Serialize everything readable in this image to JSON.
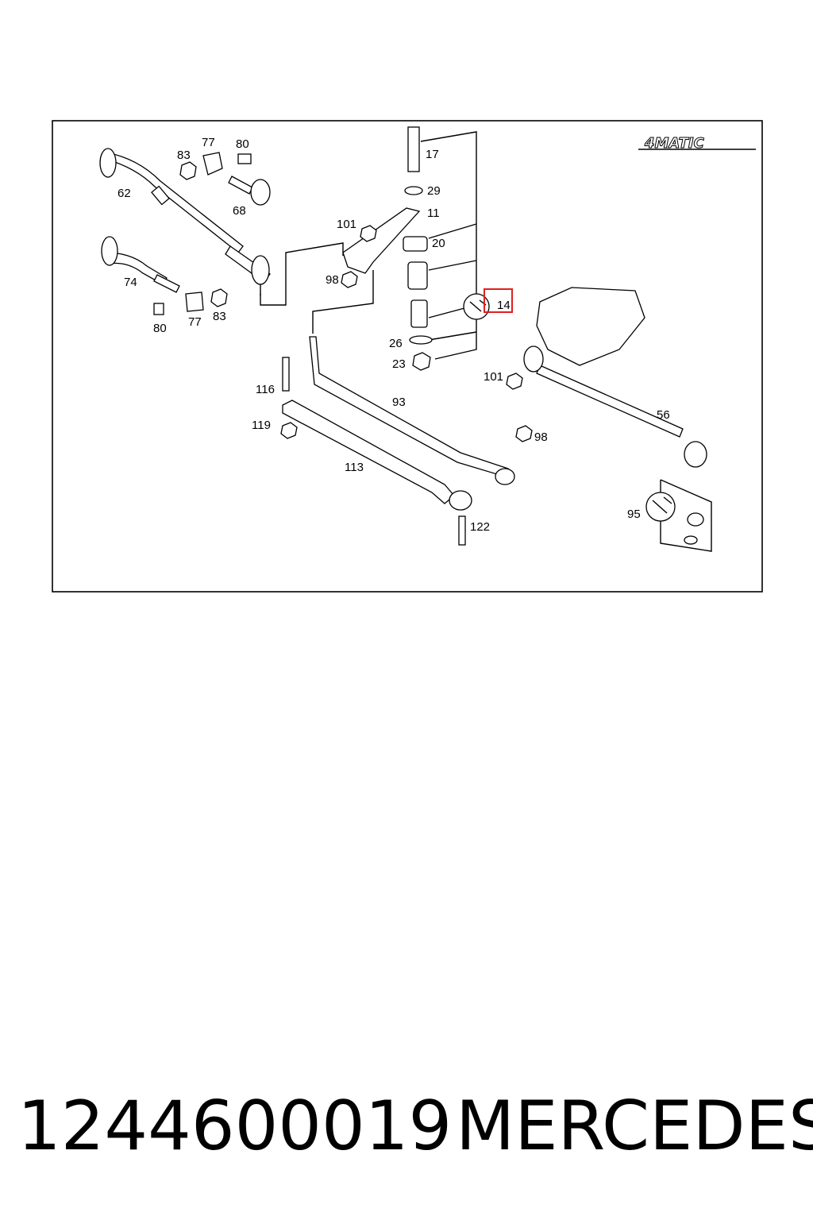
{
  "diagram": {
    "badge": "4MATIC",
    "callouts": [
      {
        "id": "17",
        "text": "17"
      },
      {
        "id": "29",
        "text": "29"
      },
      {
        "id": "11",
        "text": "11"
      },
      {
        "id": "20",
        "text": "20"
      },
      {
        "id": "14",
        "text": "14"
      },
      {
        "id": "26",
        "text": "26"
      },
      {
        "id": "23",
        "text": "23"
      },
      {
        "id": "101a",
        "text": "101"
      },
      {
        "id": "98a",
        "text": "98"
      },
      {
        "id": "83a",
        "text": "83"
      },
      {
        "id": "77a",
        "text": "77"
      },
      {
        "id": "80a",
        "text": "80"
      },
      {
        "id": "62",
        "text": "62"
      },
      {
        "id": "68",
        "text": "68"
      },
      {
        "id": "74",
        "text": "74"
      },
      {
        "id": "80b",
        "text": "80"
      },
      {
        "id": "77b",
        "text": "77"
      },
      {
        "id": "83b",
        "text": "83"
      },
      {
        "id": "116",
        "text": "116"
      },
      {
        "id": "119",
        "text": "119"
      },
      {
        "id": "93",
        "text": "93"
      },
      {
        "id": "113",
        "text": "113"
      },
      {
        "id": "122",
        "text": "122"
      },
      {
        "id": "101b",
        "text": "101"
      },
      {
        "id": "98b",
        "text": "98"
      },
      {
        "id": "56",
        "text": "56"
      },
      {
        "id": "95",
        "text": "95"
      }
    ],
    "highlight": {
      "callout": "14",
      "color": "#e02020"
    }
  },
  "footer": {
    "part_number": "1244600019",
    "brand": "MERCEDES"
  }
}
